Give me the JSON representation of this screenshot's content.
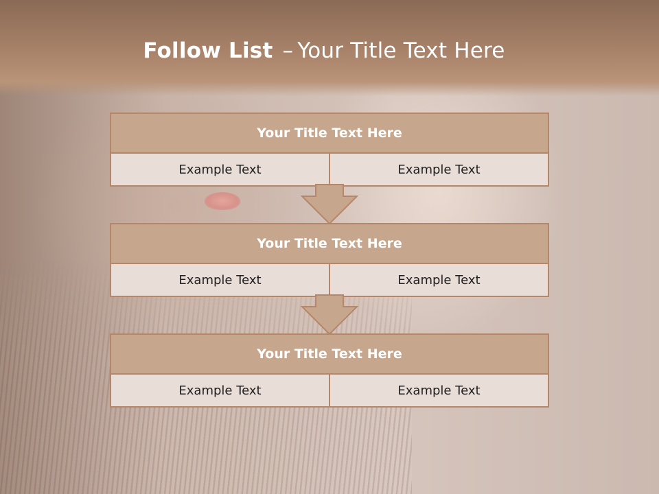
{
  "slide": {
    "title_bold": "Follow List",
    "title_separator": "–",
    "title_rest": "Your Title Text Here"
  },
  "blocks": [
    {
      "title": "Your Title Text Here",
      "left": "Example Text",
      "right": "Example Text"
    },
    {
      "title": "Your Title Text Here",
      "left": "Example Text",
      "right": "Example Text"
    },
    {
      "title": "Your Title Text Here",
      "left": "Example Text",
      "right": "Example Text"
    }
  ],
  "colors": {
    "header_fill": "#c6a68d",
    "border": "#b6866a",
    "cell_fill": "#e9ddd7",
    "arrow_fill": "#c6a68d"
  }
}
